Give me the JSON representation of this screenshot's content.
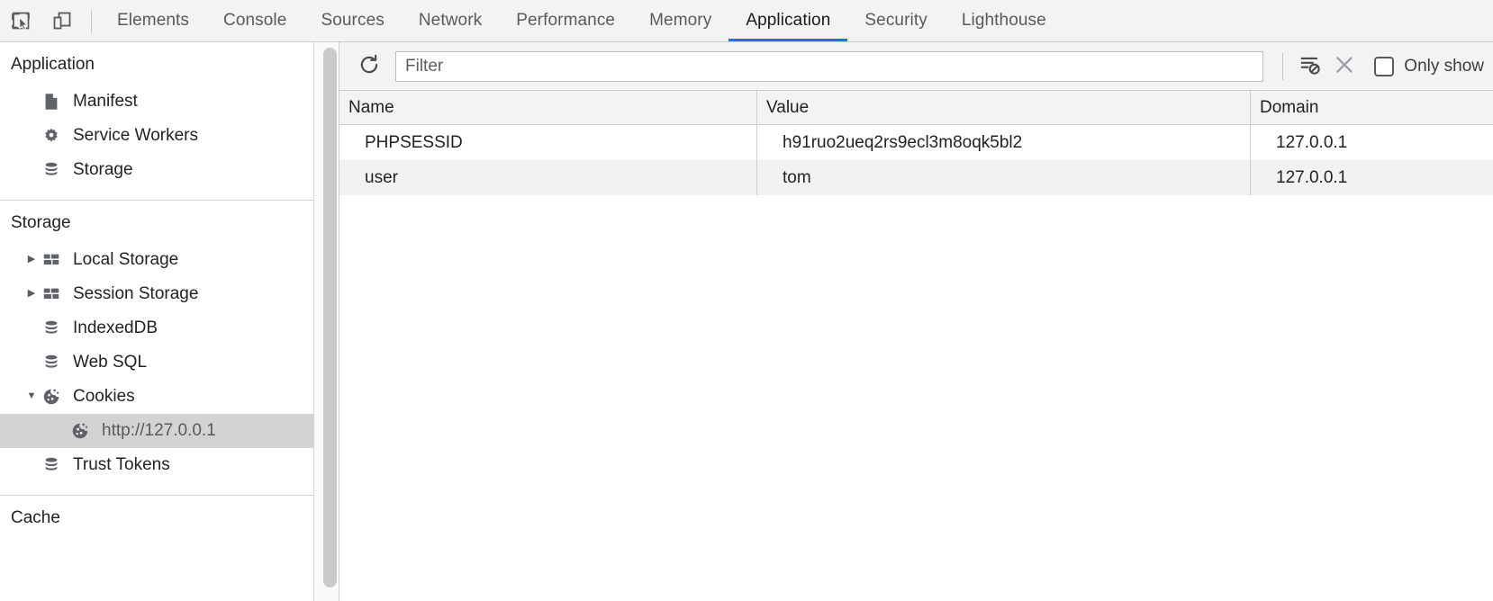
{
  "toolbar": {
    "inspect_icon": "inspect-cursor-icon",
    "device_icon": "device-toolbar-icon",
    "tabs": [
      {
        "label": "Elements",
        "active": false
      },
      {
        "label": "Console",
        "active": false
      },
      {
        "label": "Sources",
        "active": false
      },
      {
        "label": "Network",
        "active": false
      },
      {
        "label": "Performance",
        "active": false
      },
      {
        "label": "Memory",
        "active": false
      },
      {
        "label": "Application",
        "active": true
      },
      {
        "label": "Security",
        "active": false
      },
      {
        "label": "Lighthouse",
        "active": false
      }
    ],
    "active_tab_underline_color": "#1a73e8"
  },
  "sidebar": {
    "sections": [
      {
        "title": "Application",
        "items": [
          {
            "label": "Manifest",
            "icon": "manifest-document-icon",
            "twisty": "none",
            "depth": 1,
            "selected": false
          },
          {
            "label": "Service Workers",
            "icon": "gear-icon",
            "twisty": "none",
            "depth": 1,
            "selected": false
          },
          {
            "label": "Storage",
            "icon": "database-icon",
            "twisty": "none",
            "depth": 1,
            "selected": false
          }
        ]
      },
      {
        "title": "Storage",
        "items": [
          {
            "label": "Local Storage",
            "icon": "table-grid-icon",
            "twisty": "collapsed",
            "depth": 1,
            "selected": false
          },
          {
            "label": "Session Storage",
            "icon": "table-grid-icon",
            "twisty": "collapsed",
            "depth": 1,
            "selected": false
          },
          {
            "label": "IndexedDB",
            "icon": "database-icon",
            "twisty": "none",
            "depth": 1,
            "selected": false
          },
          {
            "label": "Web SQL",
            "icon": "database-icon",
            "twisty": "none",
            "depth": 1,
            "selected": false
          },
          {
            "label": "Cookies",
            "icon": "cookie-icon",
            "twisty": "expanded",
            "depth": 1,
            "selected": false
          },
          {
            "label": "http://127.0.0.1",
            "icon": "cookie-icon",
            "twisty": "none",
            "depth": 2,
            "selected": true
          },
          {
            "label": "Trust Tokens",
            "icon": "database-icon",
            "twisty": "none",
            "depth": 1,
            "selected": false
          }
        ]
      },
      {
        "title": "Cache",
        "items": []
      }
    ]
  },
  "cookie_toolbar": {
    "refresh_icon": "refresh-icon",
    "filter_placeholder": "Filter",
    "filter_value": "",
    "clear_filtered_icon": "clear-filtered-cookies-icon",
    "clear_all_icon": "close-x-icon",
    "only_show_label": "Only show",
    "only_show_checked": false
  },
  "cookie_table": {
    "columns": [
      "Name",
      "Value",
      "Domain"
    ],
    "rows": [
      {
        "name": "PHPSESSID",
        "value": "h91ruo2ueq2rs9ecl3m8oqk5bl2",
        "domain": "127.0.0.1"
      },
      {
        "name": "user",
        "value": "tom",
        "domain": "127.0.0.1"
      }
    ]
  }
}
